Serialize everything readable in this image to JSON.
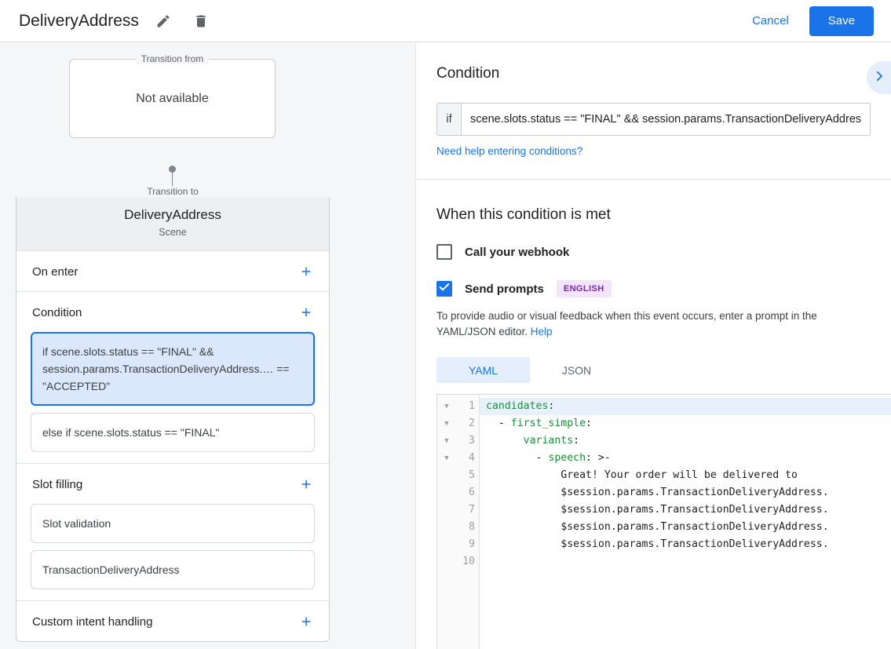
{
  "topbar": {
    "title": "DeliveryAddress",
    "edit_icon": "pencil-icon",
    "delete_icon": "trash-icon",
    "cancel_label": "Cancel",
    "save_label": "Save",
    "accent_color": "#1a73e8"
  },
  "left": {
    "transition_from": {
      "legend": "Transition from",
      "value": "Not available"
    },
    "transition_to": {
      "legend": "Transition to",
      "title": "DeliveryAddress",
      "subtitle": "Scene"
    },
    "sections": [
      {
        "label": "On enter",
        "add_label": "+",
        "items": []
      },
      {
        "label": "Condition",
        "add_label": "+",
        "items": [
          {
            "text": "if scene.slots.status == \"FINAL\" && session.params.TransactionDeliveryAddress.… == \"ACCEPTED\"",
            "selected": true
          },
          {
            "text": "else if scene.slots.status == \"FINAL\"",
            "selected": false
          }
        ]
      },
      {
        "label": "Slot filling",
        "add_label": "+",
        "items": [
          {
            "text": "Slot validation",
            "selected": false
          },
          {
            "text": "TransactionDeliveryAddress",
            "selected": false
          }
        ]
      },
      {
        "label": "Custom intent handling",
        "add_label": "+",
        "items": []
      }
    ]
  },
  "right": {
    "expand_icon": "chevron-right-icon",
    "condition_title": "Condition",
    "condition_if_label": "if",
    "condition_value": "scene.slots.status == \"FINAL\" && session.params.TransactionDeliveryAddres",
    "condition_help_link": "Need help entering conditions?",
    "when_met_title": "When this condition is met",
    "webhook": {
      "label": "Call your webhook",
      "checked": false
    },
    "send_prompts": {
      "label": "Send prompts",
      "checked": true,
      "badge": "ENGLISH",
      "badge_bg": "#f3e5fb",
      "badge_fg": "#7627b5"
    },
    "description_text": "To provide audio or visual feedback when this event occurs, enter a prompt in the YAML/JSON editor. ",
    "description_link": "Help",
    "tabs": [
      {
        "label": "YAML",
        "active": true
      },
      {
        "label": "JSON",
        "active": false
      }
    ],
    "editor": {
      "line_numbers": [
        "1",
        "2",
        "3",
        "4",
        "5",
        "6",
        "7",
        "8",
        "9",
        "10"
      ],
      "fold_arrows": [
        "▼",
        "▼",
        "▼",
        "▼"
      ],
      "lines": [
        {
          "n": 1,
          "indent": "",
          "key": "candidates",
          "punc": ":",
          "rest": "",
          "highlight": true
        },
        {
          "n": 2,
          "indent": "  - ",
          "key": "first_simple",
          "punc": ":",
          "rest": "",
          "highlight": false
        },
        {
          "n": 3,
          "indent": "      ",
          "key": "variants",
          "punc": ":",
          "rest": "",
          "highlight": false
        },
        {
          "n": 4,
          "indent": "        - ",
          "key": "speech",
          "punc": ": >-",
          "rest": "",
          "highlight": false
        },
        {
          "n": 5,
          "indent": "            ",
          "key": "",
          "punc": "",
          "rest": "Great! Your order will be delivered to",
          "highlight": false
        },
        {
          "n": 6,
          "indent": "            ",
          "key": "",
          "punc": "",
          "rest": "$session.params.TransactionDeliveryAddress.",
          "highlight": false
        },
        {
          "n": 7,
          "indent": "            ",
          "key": "",
          "punc": "",
          "rest": "$session.params.TransactionDeliveryAddress.",
          "highlight": false
        },
        {
          "n": 8,
          "indent": "            ",
          "key": "",
          "punc": "",
          "rest": "$session.params.TransactionDeliveryAddress.",
          "highlight": false
        },
        {
          "n": 9,
          "indent": "            ",
          "key": "",
          "punc": "",
          "rest": "$session.params.TransactionDeliveryAddress.",
          "highlight": false
        },
        {
          "n": 10,
          "indent": "",
          "key": "",
          "punc": "",
          "rest": "",
          "highlight": false
        }
      ]
    }
  }
}
